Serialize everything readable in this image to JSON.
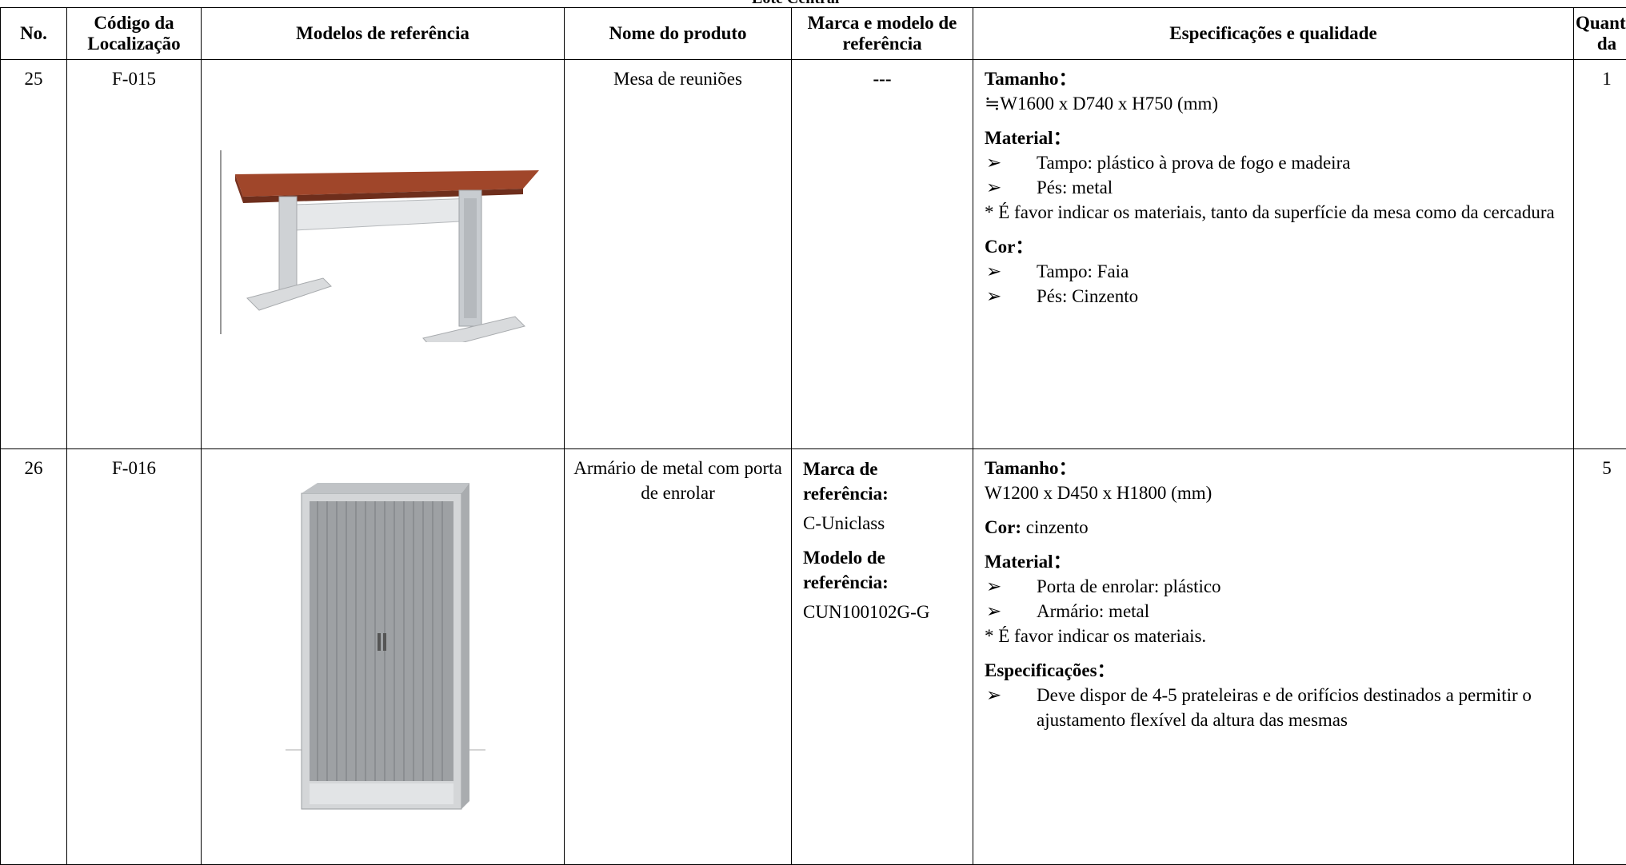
{
  "page_heading": "Lote Central",
  "table": {
    "headers": {
      "no": "No.",
      "location_code": "Código da Localização",
      "reference_models": "Modelos de referência",
      "product_name": "Nome do produto",
      "brand_model": "Marca e modelo de referência",
      "specs": "Especificações e qualidade",
      "quantity": "Quantida da"
    },
    "rows": [
      {
        "no": "25",
        "code": "F-015",
        "image": "meeting-table-photo",
        "product_name": "Mesa de reuniões",
        "brand_model": "---",
        "specs": {
          "size_label": "Tamanho：",
          "size_value": "≒W1600 x D740 x H750 (mm)",
          "material_label": "Material：",
          "material_items": [
            "Tampo: plástico à prova de fogo e madeira",
            "Pés: metal"
          ],
          "material_note": "* É favor indicar os materiais, tanto da superfície da mesa como da cercadura",
          "color_label": "Cor：",
          "color_items": [
            "Tampo: Faia",
            "Pés: Cinzento"
          ]
        },
        "quantity": "1"
      },
      {
        "no": "26",
        "code": "F-016",
        "image": "metal-cabinet-photo",
        "product_name": "Armário de metal com porta de enrolar",
        "brand_label": "Marca de referência:",
        "brand_value": "C-Uniclass",
        "model_label": "Modelo de referência:",
        "model_value": "CUN100102G-G",
        "specs": {
          "size_label": "Tamanho：",
          "size_value": "W1200 x D450 x H1800 (mm)",
          "color_label": "Cor:",
          "color_value": "cinzento",
          "material_label": "Material：",
          "material_items": [
            "Porta de enrolar: plástico",
            "Armário: metal"
          ],
          "material_note": "* É favor indicar os materiais.",
          "spec_label": "Especificações：",
          "spec_items": [
            "Deve dispor de 4-5 prateleiras e de orifícios destinados a permitir o ajustamento flexível da altura das mesmas"
          ]
        },
        "quantity": "5"
      }
    ]
  },
  "bullet_glyph": "➢"
}
